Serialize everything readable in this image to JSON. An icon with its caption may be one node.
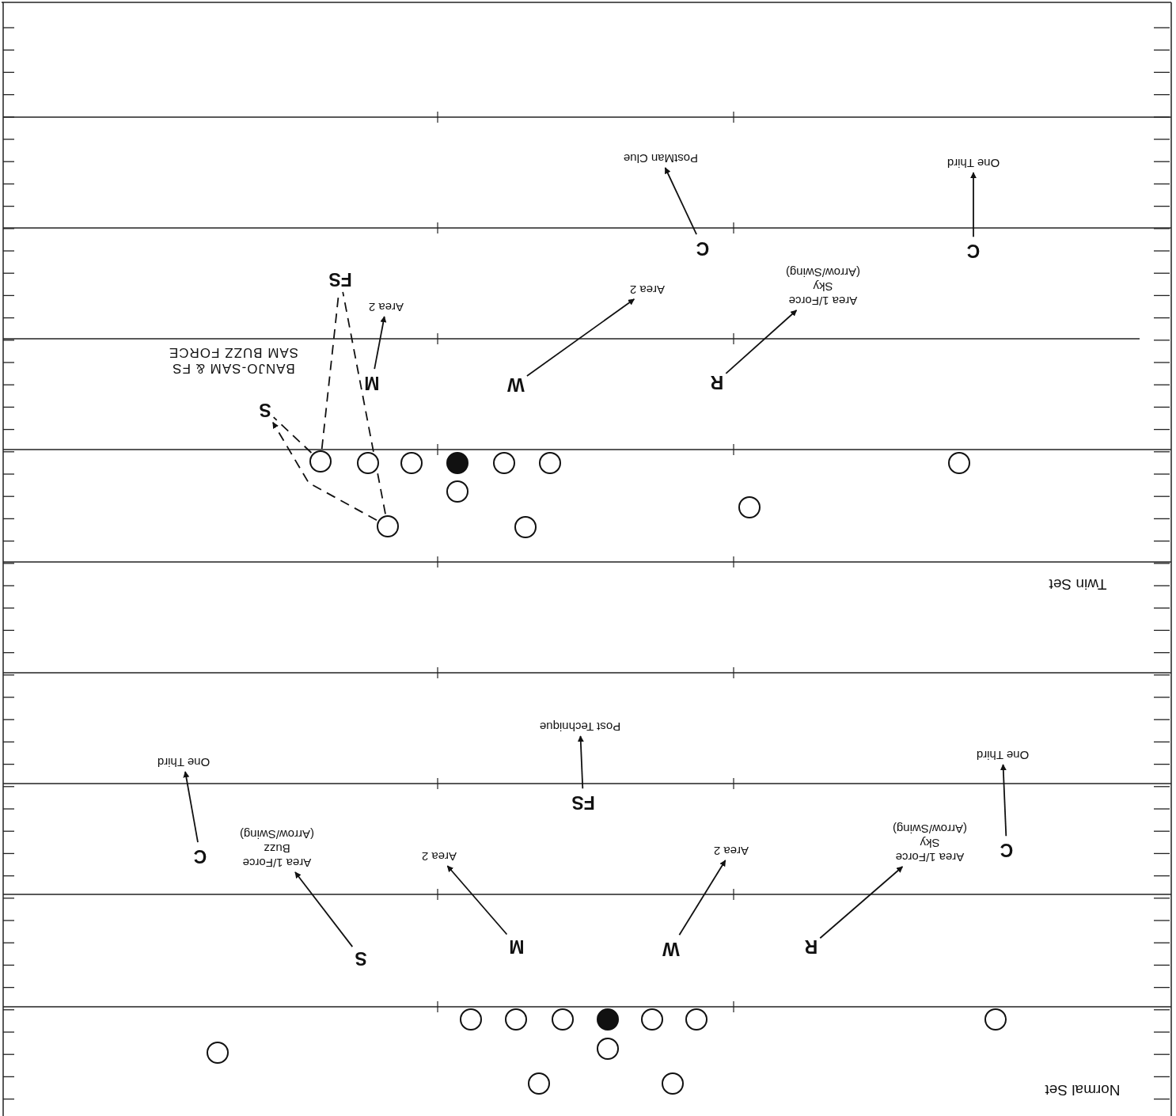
{
  "diagram": {
    "nodes": [
      {
        "text": [
          "PostMan Clue"
        ]
      },
      {
        "text": [
          "One Third"
        ]
      },
      {
        "text": [
          "C"
        ]
      },
      {
        "text": [
          "C"
        ]
      },
      {
        "text": [
          "FS"
        ]
      },
      {
        "text": [
          "Area 1/Force Sky (Arrow/Swing)"
        ]
      },
      {
        "text": [
          "Area 2"
        ]
      },
      {
        "text": [
          "Area 2"
        ]
      },
      {
        "text": [
          "M"
        ]
      },
      {
        "text": [
          "W"
        ]
      },
      {
        "text": [
          "R"
        ]
      },
      {
        "text": [
          "S"
        ]
      },
      {
        "text": [],
        "shape": "circle"
      },
      {
        "text": [],
        "shape": "circle"
      },
      {
        "text": [],
        "shape": "circle"
      },
      {
        "text": [],
        "shape": "circle"
      },
      {
        "text": [],
        "shape": "circle"
      },
      {
        "text": [],
        "shape": "circle"
      },
      {
        "text": [],
        "shape": "circle"
      },
      {
        "text": [],
        "shape": "circle"
      },
      {
        "text": [],
        "shape": "circle"
      },
      {
        "text": [],
        "shape": "circle"
      },
      {
        "text": [],
        "shape": "circle"
      },
      {
        "text": [
          "Post Technique"
        ]
      },
      {
        "text": [
          "One Third"
        ]
      },
      {
        "text": [
          "One Third"
        ]
      },
      {
        "text": [
          "FS"
        ]
      },
      {
        "text": [
          "Area 1/Force Sky (Arrow/Swing)"
        ]
      },
      {
        "text": [
          "Area 1/Force Buzz (Arrow/Swing)"
        ]
      },
      {
        "text": [
          "C"
        ]
      },
      {
        "text": [
          "Area 2"
        ]
      },
      {
        "text": [
          "C"
        ]
      },
      {
        "text": [
          "Area 2"
        ]
      },
      {
        "text": [
          "M"
        ]
      },
      {
        "text": [
          "R"
        ]
      },
      {
        "text": [
          "W"
        ]
      },
      {
        "text": [
          "S"
        ]
      },
      {
        "text": [],
        "shape": "circle"
      },
      {
        "text": [],
        "shape": "circle"
      },
      {
        "text": [],
        "shape": "circle"
      },
      {
        "text": [],
        "shape": "circle"
      },
      {
        "text": [],
        "shape": "circle"
      },
      {
        "text": [],
        "shape": "circle"
      },
      {
        "text": [],
        "shape": "circle"
      },
      {
        "text": [],
        "shape": "circle"
      },
      {
        "text": [],
        "shape": "circle"
      },
      {
        "text": [],
        "shape": "circle"
      },
      {
        "text": [],
        "shape": "circle"
      }
    ],
    "edges": [
      {
        "from": 2,
        "to": 0,
        "arrow": "to"
      },
      {
        "from": 3,
        "to": 1,
        "arrow": "to"
      },
      {
        "from": 8,
        "to": 7,
        "arrow": "to"
      },
      {
        "from": 9,
        "to": 6,
        "arrow": "to"
      },
      {
        "from": 10,
        "to": 5,
        "arrow": "to"
      },
      {
        "from": 21,
        "to": 11,
        "arrow": "to",
        "style": "dashed"
      },
      {
        "from": 12,
        "to": 11,
        "arrow": "none",
        "style": "dashed"
      },
      {
        "from": 12,
        "to": 4,
        "arrow": "none",
        "style": "dashed"
      },
      {
        "from": 21,
        "to": 4,
        "arrow": "none",
        "style": "dashed"
      },
      {
        "from": 26,
        "to": 23,
        "arrow": "to"
      },
      {
        "from": 31,
        "to": 25,
        "arrow": "to"
      },
      {
        "from": 29,
        "to": 24,
        "arrow": "to"
      },
      {
        "from": 36,
        "to": 28,
        "arrow": "to"
      },
      {
        "from": 33,
        "to": 32,
        "arrow": "to"
      },
      {
        "from": 35,
        "to": 30,
        "arrow": "to"
      },
      {
        "from": 34,
        "to": 27,
        "arrow": "to"
      }
    ],
    "labels": [
      "BANJO-SAM & FS SAM BUZZ FORCE",
      "Twin Set",
      "Normal Set"
    ]
  }
}
